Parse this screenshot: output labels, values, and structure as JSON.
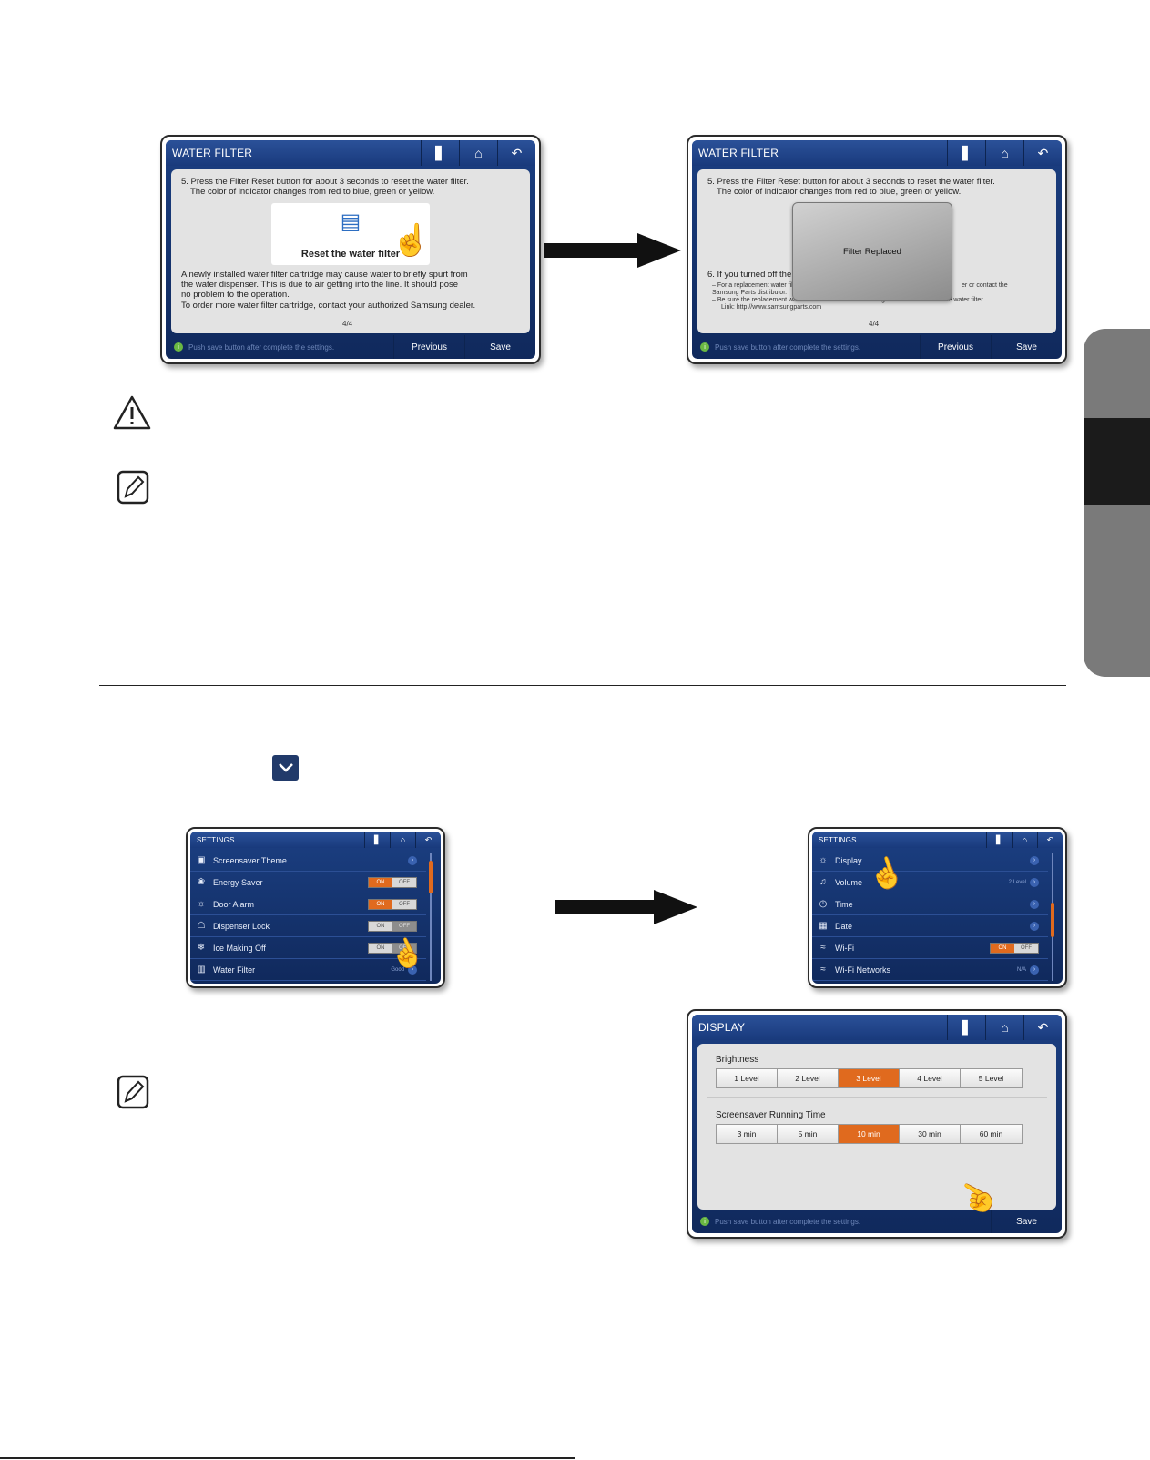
{
  "top_left_screen": {
    "title": "WATER FILTER",
    "icons": [
      "water-cup-icon",
      "home-icon",
      "back-icon"
    ],
    "step5_line1": "5. Press the Filter Reset button for about 3 seconds to reset the water filter.",
    "step5_line2": "The color of indicator changes from red to blue, green or yellow.",
    "reset_button_label": "Reset the water filter",
    "note_line1": "A newly installed water filter cartridge may cause water to briefly spurt from",
    "note_line2": "the water dispenser. This is due to air getting into the line. It should pose",
    "note_line3": "no problem to the operation.",
    "note_line4": "To order more water filter cartridge, contact your authorized Samsung dealer.",
    "page": "4/4",
    "status": "Push save button after complete the settings.",
    "previous": "Previous",
    "save": "Save"
  },
  "top_right_screen": {
    "title": "WATER FILTER",
    "step5_line1": "5. Press the Filter Reset button for about 3 seconds to reset the water filter.",
    "step5_line2": "The color of indicator changes from red to blue, green or yellow.",
    "popup": "Filter Replaced",
    "step6": "6. If you turned off the",
    "sub1a": "– For a replacement water fil",
    "sub1b": "er or contact the",
    "sub2": "Samsung Parts distributor.",
    "sub3": "– Be sure the replacement water filter has the SAMSUNG logo on the box and on the water filter.",
    "sub4": "Link: http://www.samsungparts.com",
    "page": "4/4",
    "status": "Push save button after complete the settings.",
    "previous": "Previous",
    "save": "Save"
  },
  "settings_left": {
    "title": "SETTINGS",
    "rows": [
      {
        "label": "Screensaver Theme",
        "icon": "screensaver-icon",
        "control": "chevron"
      },
      {
        "label": "Energy Saver",
        "icon": "energy-icon",
        "control": "toggle",
        "state": "ON"
      },
      {
        "label": "Door Alarm",
        "icon": "alarm-icon",
        "control": "toggle",
        "state": "ON"
      },
      {
        "label": "Dispenser Lock",
        "icon": "lock-icon",
        "control": "toggle",
        "state": "OFF"
      },
      {
        "label": "Ice Making Off",
        "icon": "ice-icon",
        "control": "toggle",
        "state": "OFF"
      },
      {
        "label": "Water Filter",
        "icon": "filter-icon",
        "control": "value",
        "value": "Good"
      }
    ],
    "on": "ON",
    "off": "OFF"
  },
  "settings_right": {
    "title": "SETTINGS",
    "rows": [
      {
        "label": "Display",
        "icon": "sun-icon",
        "control": "chevron"
      },
      {
        "label": "Volume",
        "icon": "speaker-icon",
        "control": "value",
        "value": "2 Level"
      },
      {
        "label": "Time",
        "icon": "clock-icon",
        "control": "chevron"
      },
      {
        "label": "Date",
        "icon": "calendar-icon",
        "control": "chevron"
      },
      {
        "label": "Wi-Fi",
        "icon": "wifi-icon",
        "control": "toggle",
        "state": "ON"
      },
      {
        "label": "Wi-Fi Networks",
        "icon": "wifi-icon",
        "control": "value",
        "value": "N/A"
      }
    ],
    "on": "ON",
    "off": "OFF"
  },
  "display_screen": {
    "title": "DISPLAY",
    "brightness_label": "Brightness",
    "brightness_options": [
      "1 Level",
      "2 Level",
      "3 Level",
      "4 Level",
      "5 Level"
    ],
    "brightness_selected": 2,
    "screensaver_label": "Screensaver Running Time",
    "screensaver_options": [
      "3 min",
      "5 min",
      "10 min",
      "30 min",
      "60 min"
    ],
    "screensaver_selected": 2,
    "status": "Push save button after complete the settings.",
    "save": "Save"
  },
  "colors": {
    "accent": "#e06a1e",
    "screen_blue": "#1b3f82"
  }
}
